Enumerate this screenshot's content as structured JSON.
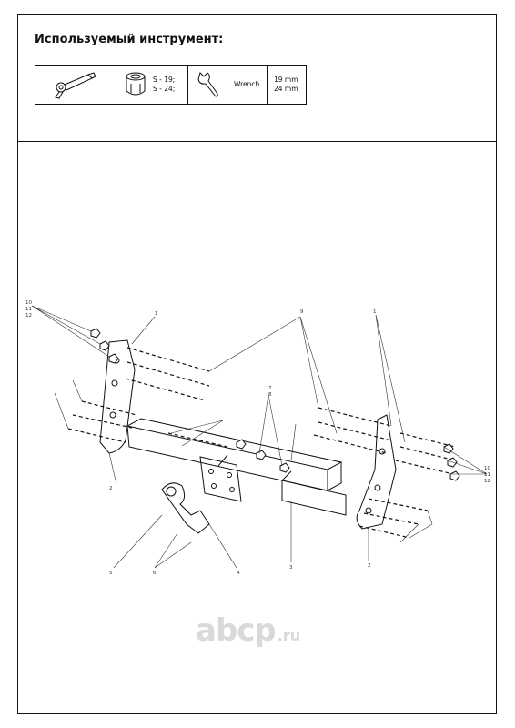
{
  "header": {
    "title": "Используемый инструмент:"
  },
  "tools": [
    {
      "icon": "ratchet-wrench-icon"
    },
    {
      "icon": "socket-icon",
      "sizes": [
        "S - 19;",
        "S - 24;"
      ]
    },
    {
      "icon": "wrench-icon",
      "label": "Wrench"
    },
    {
      "sizes": [
        "19 mm",
        "24 mm"
      ]
    }
  ],
  "drawing": {
    "callouts": [
      {
        "text": "10"
      },
      {
        "text": "11"
      },
      {
        "text": "12"
      },
      {
        "text": "1"
      },
      {
        "text": "2"
      },
      {
        "text": "3"
      },
      {
        "text": "4"
      },
      {
        "text": "5"
      },
      {
        "text": "6"
      },
      {
        "text": "7"
      },
      {
        "text": "8"
      },
      {
        "text": "9"
      }
    ]
  },
  "watermark": {
    "main": "abcp",
    "suffix": ".ru"
  }
}
